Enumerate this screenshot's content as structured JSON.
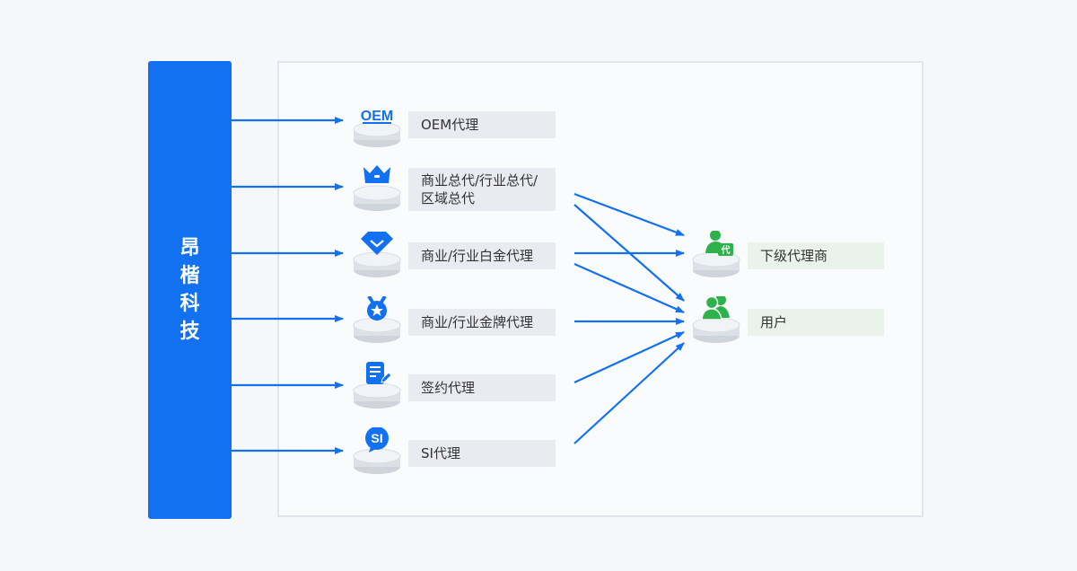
{
  "company": {
    "name": "昂楷科技"
  },
  "colors": {
    "brand": "#1171f0",
    "accent_green": "#2db14b",
    "label_bg": "#e9ebf0",
    "label_bg_green": "#ebf2eb"
  },
  "agents": [
    {
      "icon": "oem-icon",
      "icon_text": "OEM",
      "label": "OEM代理"
    },
    {
      "icon": "crown-icon",
      "label": "商业总代/行业总代/区域总代"
    },
    {
      "icon": "diamond-icon",
      "label": "商业/行业白金代理"
    },
    {
      "icon": "medal-icon",
      "label": "商业/行业金牌代理"
    },
    {
      "icon": "contract-icon",
      "label": "签约代理"
    },
    {
      "icon": "si-bubble-icon",
      "icon_text": "SI",
      "label": "SI代理"
    }
  ],
  "targets": [
    {
      "icon": "sub-agent-icon",
      "icon_text": "代",
      "label": "下级代理商"
    },
    {
      "icon": "users-icon",
      "label": "用户"
    }
  ]
}
